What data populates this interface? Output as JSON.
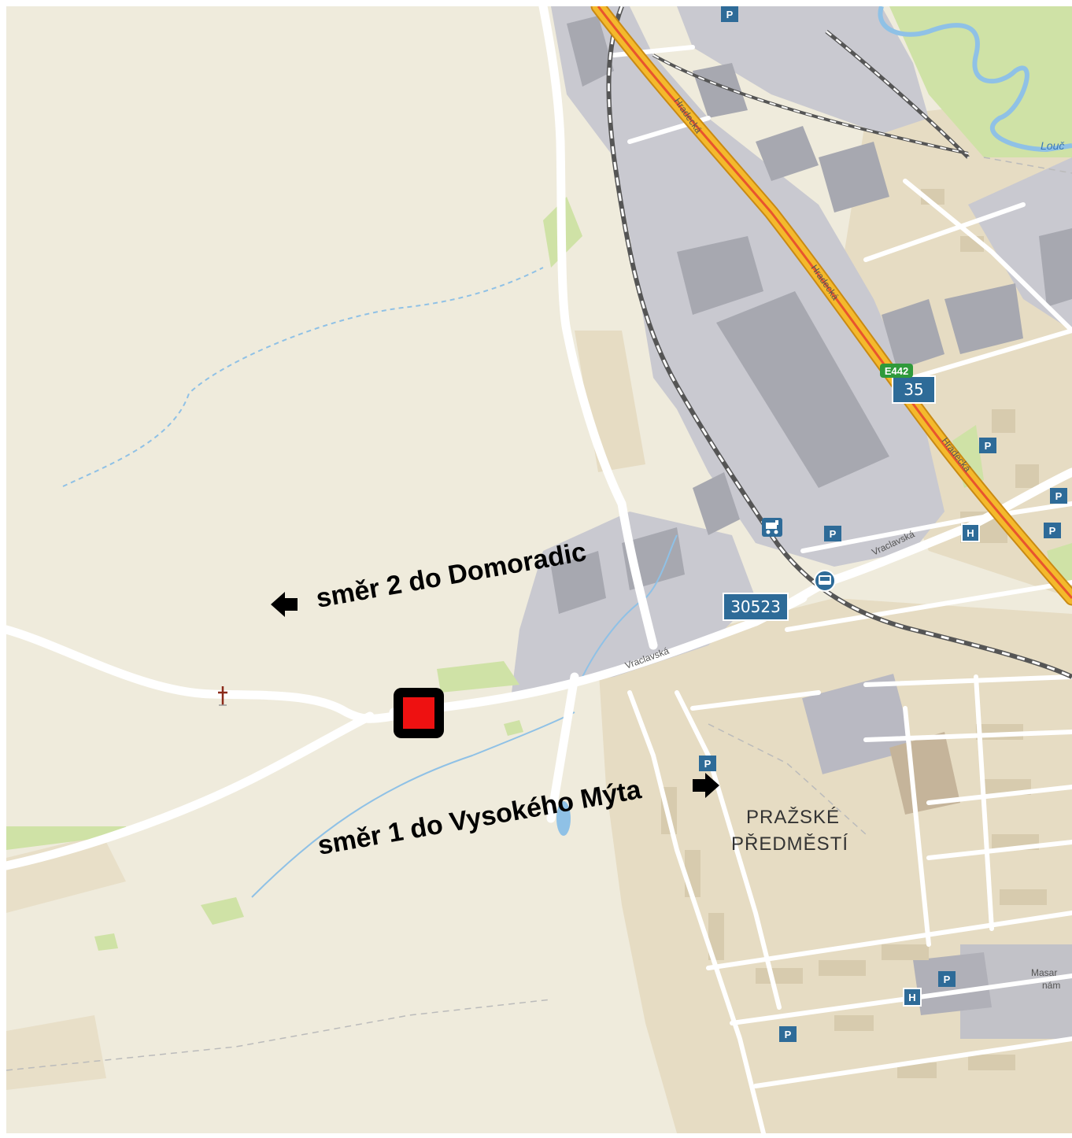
{
  "map": {
    "street_labels": {
      "hradecka_1": "Hradecká",
      "hradecka_2": "Hradecká",
      "hradecka_3": "Hradecká",
      "vraclavska_1": "Vraclavská",
      "vraclavska_2": "Vraclavská"
    },
    "river_label": "Louč",
    "district_label": {
      "line1": "PRAŽSKÉ",
      "line2": "PŘEDMĚSTÍ"
    },
    "square_label": {
      "line1": "Masar",
      "line2": "nám"
    },
    "road_shields": {
      "route_35": "35",
      "route_30523": "30523"
    },
    "european_route": "E442",
    "poi_parking_letter": "P",
    "poi_hospital_letter": "H"
  },
  "annotations": {
    "direction_2": "směr 2 do Domoradic",
    "direction_1": "směr 1 do Vysokého Mýta"
  },
  "colors": {
    "land": "#efebdc",
    "urban": "#e6dcc3",
    "industrial": "#c9c9d0",
    "building": "#a7a8b0",
    "main_road": "#f4b92c",
    "main_road_core": "#e8552d",
    "road": "#ffffff",
    "water": "#8fc1e6",
    "greenery": "#cfe2a6",
    "shield": "#2e6b98",
    "marker_fill": "#ee1111",
    "marker_border": "#000000"
  },
  "icons": {
    "location_marker": "red-square-marker",
    "arrow_left": "arrow-left-icon",
    "arrow_right": "arrow-right-icon",
    "wayside_cross": "wayside-cross-icon",
    "railway_station": "railway-station-icon",
    "bus_station": "bus-station-icon",
    "parking": "parking-icon",
    "hospital": "hospital-icon"
  }
}
